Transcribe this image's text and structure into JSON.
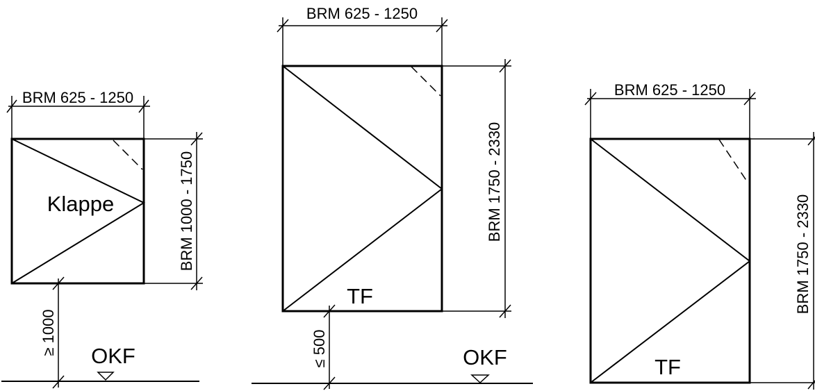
{
  "diagram": {
    "window_1": {
      "width_dim": "BRM 625 - 1250",
      "height_dim": "BRM 1000 - 1750",
      "sill_dim": "≥ 1000",
      "type_label": "Klappe",
      "floor_label": "OKF"
    },
    "window_2": {
      "width_dim": "BRM 625 - 1250",
      "height_dim": "BRM 1750 - 2330",
      "sill_dim": "≤ 500",
      "type_label": "TF",
      "floor_label": "OKF"
    },
    "window_3": {
      "width_dim": "BRM 625 - 1250",
      "height_dim": "BRM 1750 - 2330",
      "type_label": "TF"
    },
    "colors": {
      "ink": "#000000",
      "background": "#ffffff"
    }
  }
}
